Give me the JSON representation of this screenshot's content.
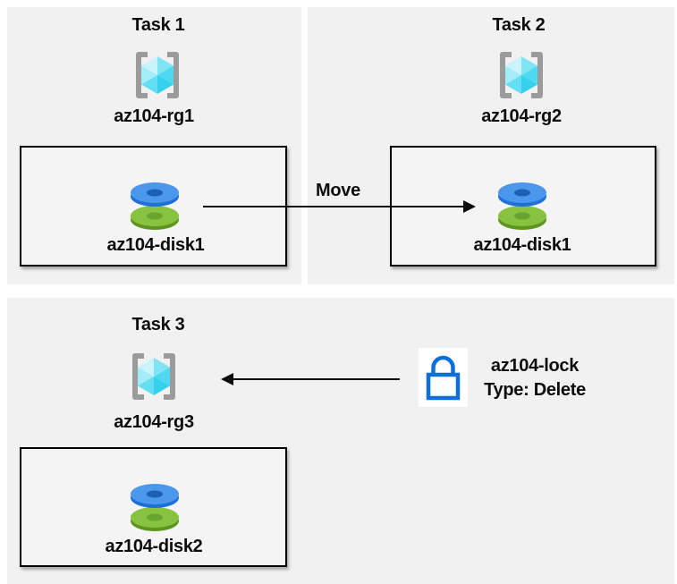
{
  "panels": [
    {
      "title": "Task 1",
      "rg_label": "az104-rg1",
      "disk_label": "az104-disk1"
    },
    {
      "title": "Task 2",
      "rg_label": "az104-rg2",
      "disk_label": "az104-disk1"
    },
    {
      "title": "Task 3",
      "rg_label": "az104-rg3",
      "disk_label": "az104-disk2"
    }
  ],
  "move_arrow": {
    "label": "Move"
  },
  "lock": {
    "name": "az104-lock",
    "type_line": "Type: Delete"
  },
  "icons": {
    "resource_group": "resource-group-icon",
    "disk": "managed-disk-icon",
    "lock": "lock-icon"
  },
  "colors": {
    "panel_bg": "#f1f1f1",
    "box_border": "#000000",
    "arrow": "#0d0d0d",
    "bracket_gray": "#9b9b9b",
    "cube_cyan_light": "#c9f4fb",
    "cube_cyan_dark": "#35d0ec",
    "disk_blue": "#4b97ec",
    "disk_green": "#87c33f",
    "lock_blue": "#0f6fd8"
  }
}
